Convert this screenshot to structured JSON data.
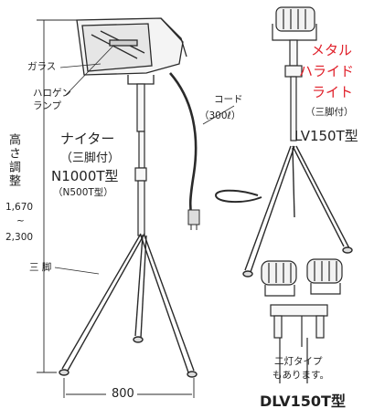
{
  "labels": {
    "glass": "ガラス",
    "halogen_lamp_1": "ハロゲン",
    "halogen_lamp_2": "ランプ",
    "cord": "コード",
    "cord_length": "（300ℓ）",
    "nighter": "ナイター",
    "nighter_sub": "（三脚付）",
    "model_n1000t": "N1000T型",
    "model_n500t": "（N500T型）",
    "height_label": "高さ調整",
    "height_max": "1,670",
    "height_tilde": "~",
    "height_min": "2,300",
    "tripod": "三 脚",
    "width": "800",
    "metal_halide_1": "メタル",
    "metal_halide_2": "ハライド",
    "metal_halide_3": "ライト",
    "metal_halide_sub": "（三脚付）",
    "model_lv150t": "LV150T型",
    "twin_note_1": "二灯タイプ",
    "twin_note_2": "もあります。",
    "model_dlv150t": "DLV150T型"
  },
  "colors": {
    "line": "#2a2a2a",
    "accent_red": "#e0202a",
    "shade": "#888888"
  }
}
